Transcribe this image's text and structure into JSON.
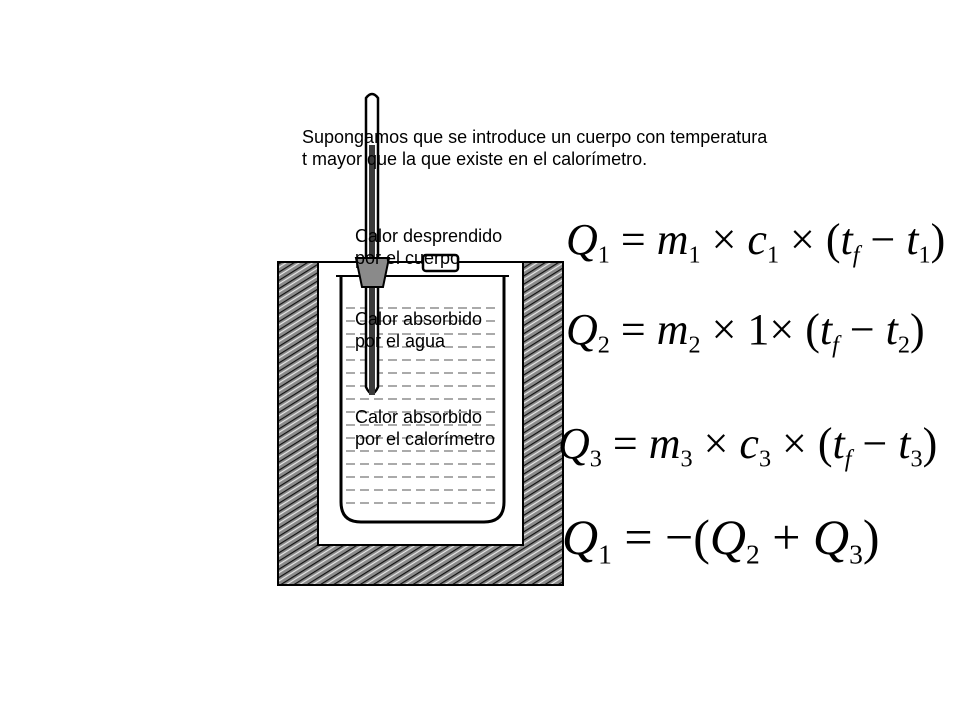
{
  "intro": {
    "line1": "Supongamos que se introduce un cuerpo con temperatura",
    "line2": "t mayor que la que existe en el calorímetro."
  },
  "labels": [
    {
      "line1": "Calor desprendido",
      "line2": "por el cuerpo"
    },
    {
      "line1": "Calor absorbido",
      "line2": "por el agua"
    },
    {
      "line1": "Calor absorbido",
      "line2": "por el calorímetro"
    }
  ],
  "equations": {
    "eq1": {
      "Q": "Q",
      "q_sub": "1",
      "eq": " = ",
      "m": "m",
      "m_sub": "1",
      "x1": " × ",
      "c": "c",
      "c_sub": "1",
      "x2": " × (",
      "t": "t",
      "f": "f",
      "minus": " − ",
      "t2": "t",
      "t_sub": "1",
      "close": ")"
    },
    "eq2": {
      "Q": "Q",
      "q_sub": "2",
      "eq": " = ",
      "m": "m",
      "m_sub": "2",
      "x1": " × ",
      "one": "1",
      "x2": "× (",
      "t": "t",
      "f": "f",
      "minus": " − ",
      "t2": "t",
      "t_sub": "2",
      "close": ")"
    },
    "eq3": {
      "Q": "Q",
      "q_sub": "3",
      "eq": " = ",
      "m": "m",
      "m_sub": "3",
      "x1": " × ",
      "c": "c",
      "c_sub": "3",
      "x2": " × (",
      "t": "t",
      "f": "f",
      "minus": " − ",
      "t2": "t",
      "t_sub": "3",
      "close": ")"
    },
    "eq4": {
      "Q": "Q",
      "q_sub": "1",
      "eq": " = −(",
      "Q2": "Q",
      "q2_sub": "2",
      "plus": " + ",
      "Q3": "Q",
      "q3_sub": "3",
      "close": ")"
    }
  },
  "colors": {
    "ink": "#000000",
    "insulation": "#6e6e6e",
    "background": "#ffffff"
  }
}
